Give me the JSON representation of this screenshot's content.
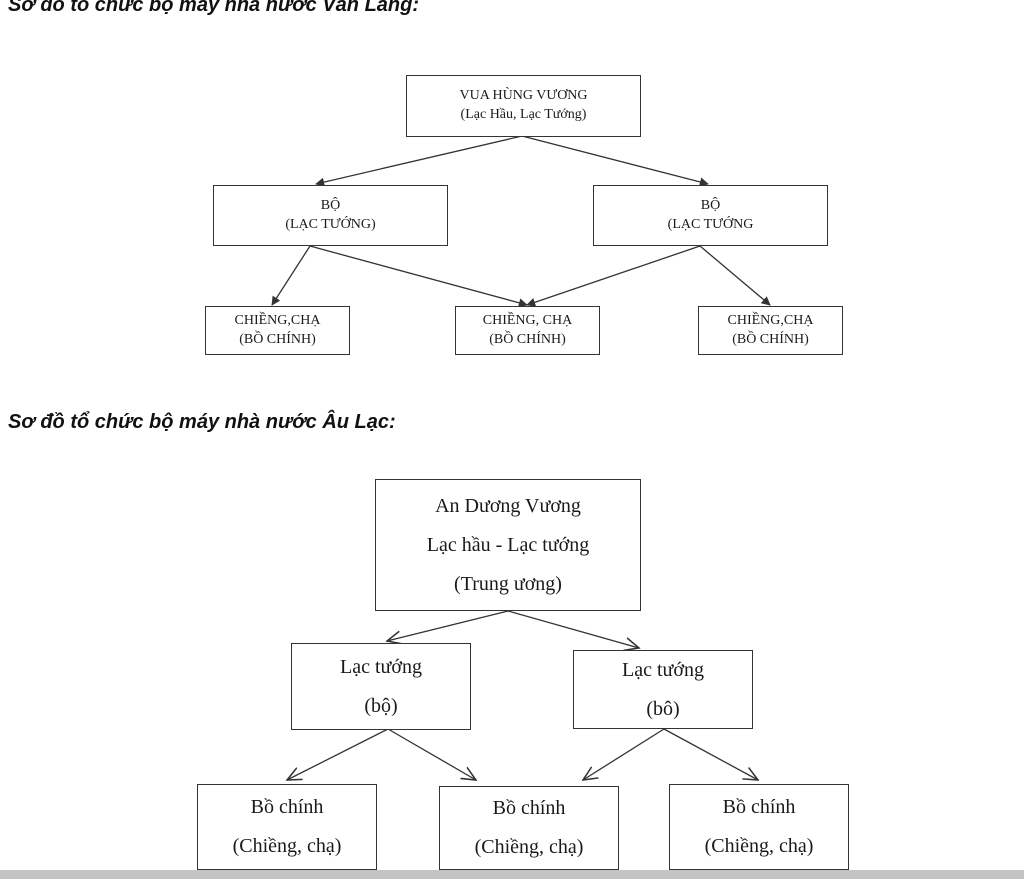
{
  "diagram1": {
    "heading": "Sơ đồ tổ chức bộ máy nhà nước Văn Lang:",
    "root": {
      "line1": "VUA HÙNG VƯƠNG",
      "line2": "(Lạc Hầu, Lạc Tướng)"
    },
    "bo_left": {
      "line1": "BỘ",
      "line2": "(LẠC TƯỚNG)"
    },
    "bo_right": {
      "line1": "BỘ",
      "line2": "(LẠC TƯỚNG"
    },
    "leaf_left": {
      "line1": "CHIỀNG,CHẠ",
      "line2": "(BỒ CHÍNH)"
    },
    "leaf_mid": {
      "line1": "CHIỀNG, CHẠ",
      "line2": "(BỒ CHÍNH)"
    },
    "leaf_right": {
      "line1": "CHIỀNG,CHẠ",
      "line2": "(BỒ CHÍNH)"
    }
  },
  "diagram2": {
    "heading": "Sơ đồ tổ chức bộ máy nhà nước Âu Lạc:",
    "root": {
      "line1": "An Dương Vương",
      "line2": "Lạc hầu - Lạc tướng",
      "line3": "(Trung ương)"
    },
    "bo_left": {
      "line1": "Lạc tướng",
      "line2": "(bộ)"
    },
    "bo_right": {
      "line1": "Lạc tướng",
      "line2": "(bô)"
    },
    "leaf_1": {
      "line1": "Bồ chính",
      "line2": "(Chiềng, chạ)"
    },
    "leaf_2": {
      "line1": "Bồ chính",
      "line2": "(Chiềng, chạ)"
    },
    "leaf_3": {
      "line1": "Bồ chính",
      "line2": "(Chiềng, chạ)"
    }
  },
  "colors": {
    "box_border": "#333333",
    "link": "#333333",
    "text": "#1a1a1a"
  }
}
